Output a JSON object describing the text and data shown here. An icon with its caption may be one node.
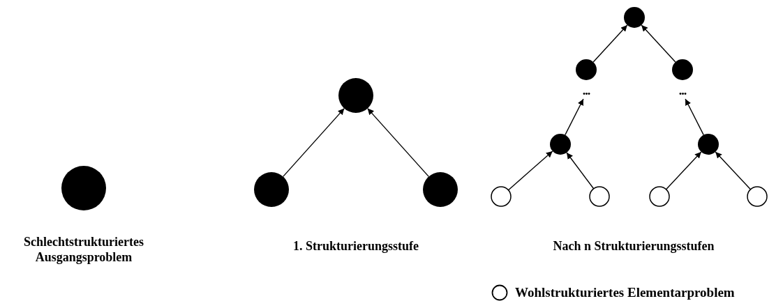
{
  "diagram": {
    "nodes": [
      {
        "text": [],
        "shape": "circle"
      },
      {
        "text": [],
        "shape": "circle"
      },
      {
        "text": [],
        "shape": "circle"
      },
      {
        "text": [],
        "shape": "circle"
      },
      {
        "text": [],
        "shape": "circle"
      },
      {
        "text": [],
        "shape": "circle"
      },
      {
        "text": [],
        "shape": "circle"
      },
      {
        "text": [
          "..."
        ]
      },
      {
        "text": [
          "..."
        ]
      },
      {
        "text": [],
        "shape": "circle"
      },
      {
        "text": [],
        "shape": "circle"
      },
      {
        "text": [],
        "shape": "circle"
      },
      {
        "text": [],
        "shape": "circle"
      },
      {
        "text": [],
        "shape": "circle"
      },
      {
        "text": [],
        "shape": "circle"
      }
    ],
    "edges": [
      {
        "from": 2,
        "to": 1,
        "arrow": "to"
      },
      {
        "from": 3,
        "to": 1,
        "arrow": "to"
      },
      {
        "from": 5,
        "to": 4,
        "arrow": "to"
      },
      {
        "from": 6,
        "to": 4,
        "arrow": "to"
      },
      {
        "from": 9,
        "to": 7,
        "arrow": "to"
      },
      {
        "from": 10,
        "to": 8,
        "arrow": "to"
      },
      {
        "from": 11,
        "to": 9,
        "arrow": "to"
      },
      {
        "from": 12,
        "to": 9,
        "arrow": "to"
      },
      {
        "from": 13,
        "to": 10,
        "arrow": "to"
      },
      {
        "from": 14,
        "to": 10,
        "arrow": "to"
      }
    ],
    "labels": [
      "Schlechtstrukturiertes Ausgangsproblem",
      "1. Strukturierungsstufe",
      "Nach n Strukturierungsstufen"
    ],
    "legend": [
      {
        "text": "Wohlstrukturiertes Elementarproblem"
      }
    ]
  }
}
